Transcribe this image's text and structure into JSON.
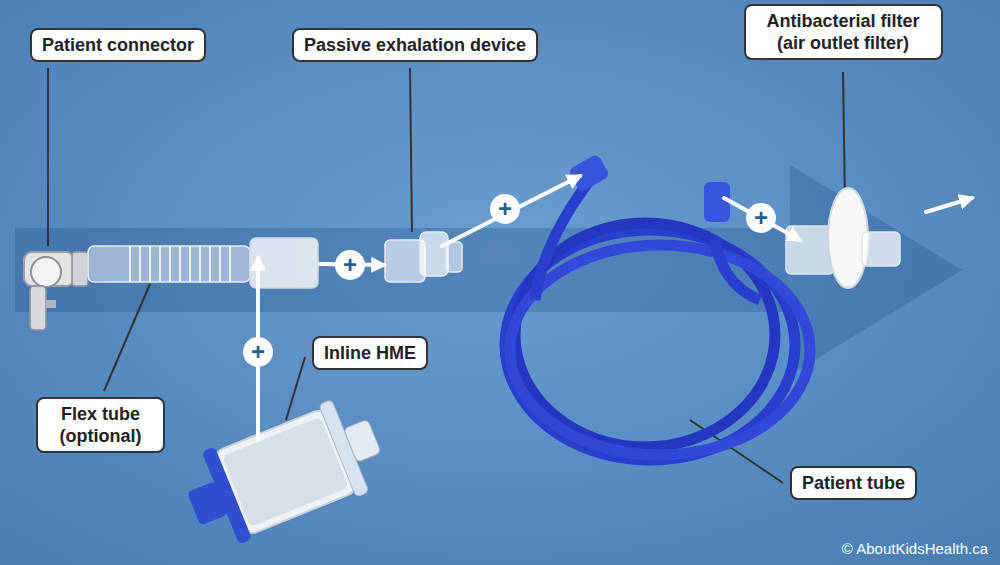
{
  "diagram": {
    "nodes": [
      {
        "text": [
          "Patient connector"
        ]
      },
      {
        "text": [
          "Passive exhalation device"
        ]
      },
      {
        "text": [
          "Antibacterial filter (air outlet filter)"
        ]
      },
      {
        "text": [
          "+"
        ]
      },
      {
        "text": [
          "+"
        ]
      },
      {
        "text": [
          "+"
        ]
      },
      {
        "text": [
          "+"
        ]
      },
      {
        "text": [
          "Inline HME"
        ]
      },
      {
        "text": [
          "Flex tube (optional)"
        ]
      },
      {
        "text": [
          "Patient tube"
        ]
      }
    ],
    "labels": [
      "© AboutKidsHealth.ca"
    ]
  }
}
